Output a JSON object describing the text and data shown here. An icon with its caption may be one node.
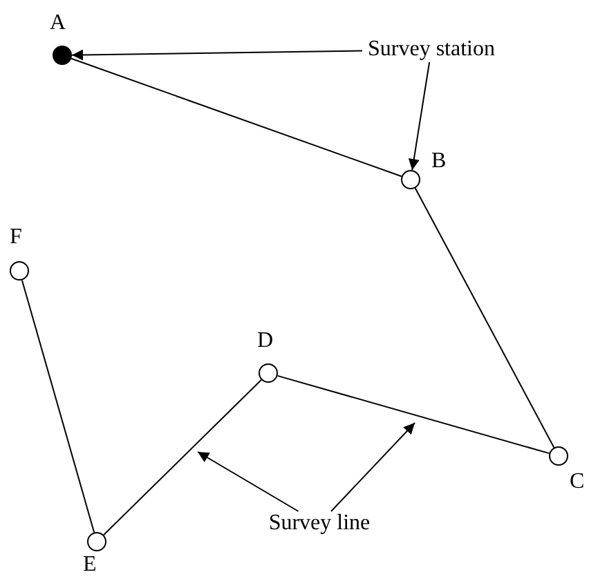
{
  "diagram": {
    "nodes": [
      {
        "text": [],
        "shape": "circle",
        "beside": [
          "A"
        ]
      },
      {
        "text": [],
        "shape": "circle",
        "beside": [
          "B"
        ]
      },
      {
        "text": [],
        "shape": "circle",
        "beside": [
          "C"
        ]
      },
      {
        "text": [],
        "shape": "circle",
        "beside": [
          "D"
        ]
      },
      {
        "text": [],
        "shape": "circle",
        "beside": [
          "E"
        ]
      },
      {
        "text": [],
        "shape": "circle",
        "beside": [
          "F"
        ]
      },
      {
        "text": [
          "Survey station"
        ]
      },
      {
        "text": [
          "Survey line"
        ]
      }
    ],
    "edges": [
      {
        "from": 0,
        "to": 1,
        "arrow": "none"
      },
      {
        "from": 1,
        "to": 2,
        "arrow": "none"
      },
      {
        "from": 2,
        "to": 3,
        "arrow": "none"
      },
      {
        "from": 3,
        "to": 4,
        "arrow": "none"
      },
      {
        "from": 4,
        "to": 5,
        "arrow": "none"
      },
      {
        "from": 6,
        "to": 0,
        "arrow": "to"
      },
      {
        "from": 6,
        "to": 1,
        "arrow": "to"
      },
      {
        "from": 7,
        "to": null,
        "arrow": "to"
      },
      {
        "from": 7,
        "to": null,
        "arrow": "to"
      }
    ]
  }
}
